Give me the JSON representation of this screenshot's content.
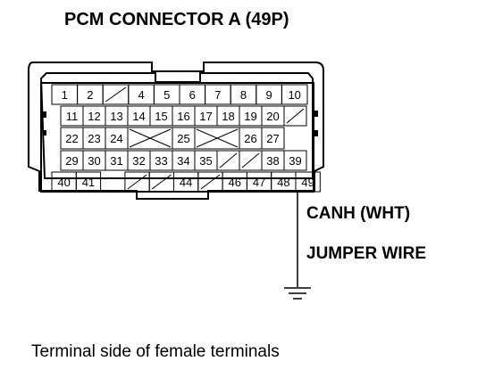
{
  "title": "PCM CONNECTOR A (49P)",
  "wire_label": "CANH (WHT)",
  "jumper_label": "JUMPER WIRE",
  "caption": "Terminal side of female terminals",
  "terminal_rows": [
    [
      "1",
      "2",
      "/",
      "4",
      "5",
      "6",
      "7",
      "8",
      "9",
      "10"
    ],
    [
      "11",
      "12",
      "13",
      "14",
      "15",
      "16",
      "17",
      "18",
      "19",
      "20",
      "/"
    ],
    [
      "22",
      "23",
      "24",
      "X",
      "",
      "25",
      "X",
      "",
      "26",
      "27",
      ""
    ],
    [
      "29",
      "30",
      "31",
      "32",
      "33",
      "34",
      "35",
      "/",
      "/",
      "38",
      "39"
    ],
    [
      "40",
      "41",
      "",
      "/",
      "/",
      "44",
      "/",
      "46",
      "47",
      "48",
      "49"
    ]
  ],
  "wired_terminal": "49",
  "icons": {
    "ground": "ground-symbol-icon",
    "blocked_cavity": "slash-cavity-icon",
    "blocked_double_cavity": "x-cavity-icon"
  },
  "colors": {
    "ink": "#000000",
    "paper": "#ffffff"
  }
}
